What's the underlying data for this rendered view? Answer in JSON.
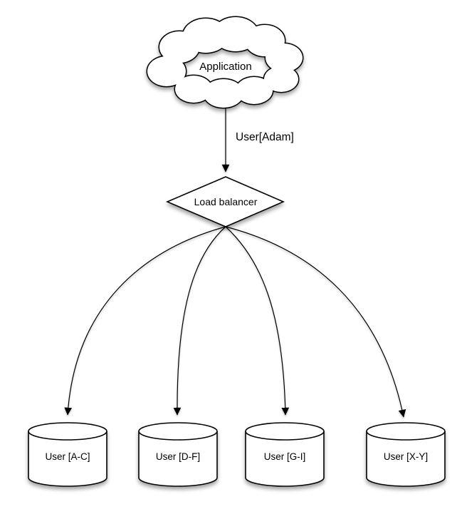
{
  "diagram": {
    "title_implicit": "",
    "application": {
      "label": "Application"
    },
    "edge": {
      "label": "User[Adam]"
    },
    "load_balancer": {
      "label": "Load balancer"
    },
    "shards": [
      {
        "label": "User [A-C]"
      },
      {
        "label": "User [D-F]"
      },
      {
        "label": "User [G-I]"
      },
      {
        "label": "User [X-Y]"
      }
    ],
    "colors": {
      "stroke": "#000000",
      "shape_fill": "#ffffff",
      "background": "#ffffff",
      "shadow": "rgba(0,0,0,0.35)"
    }
  }
}
